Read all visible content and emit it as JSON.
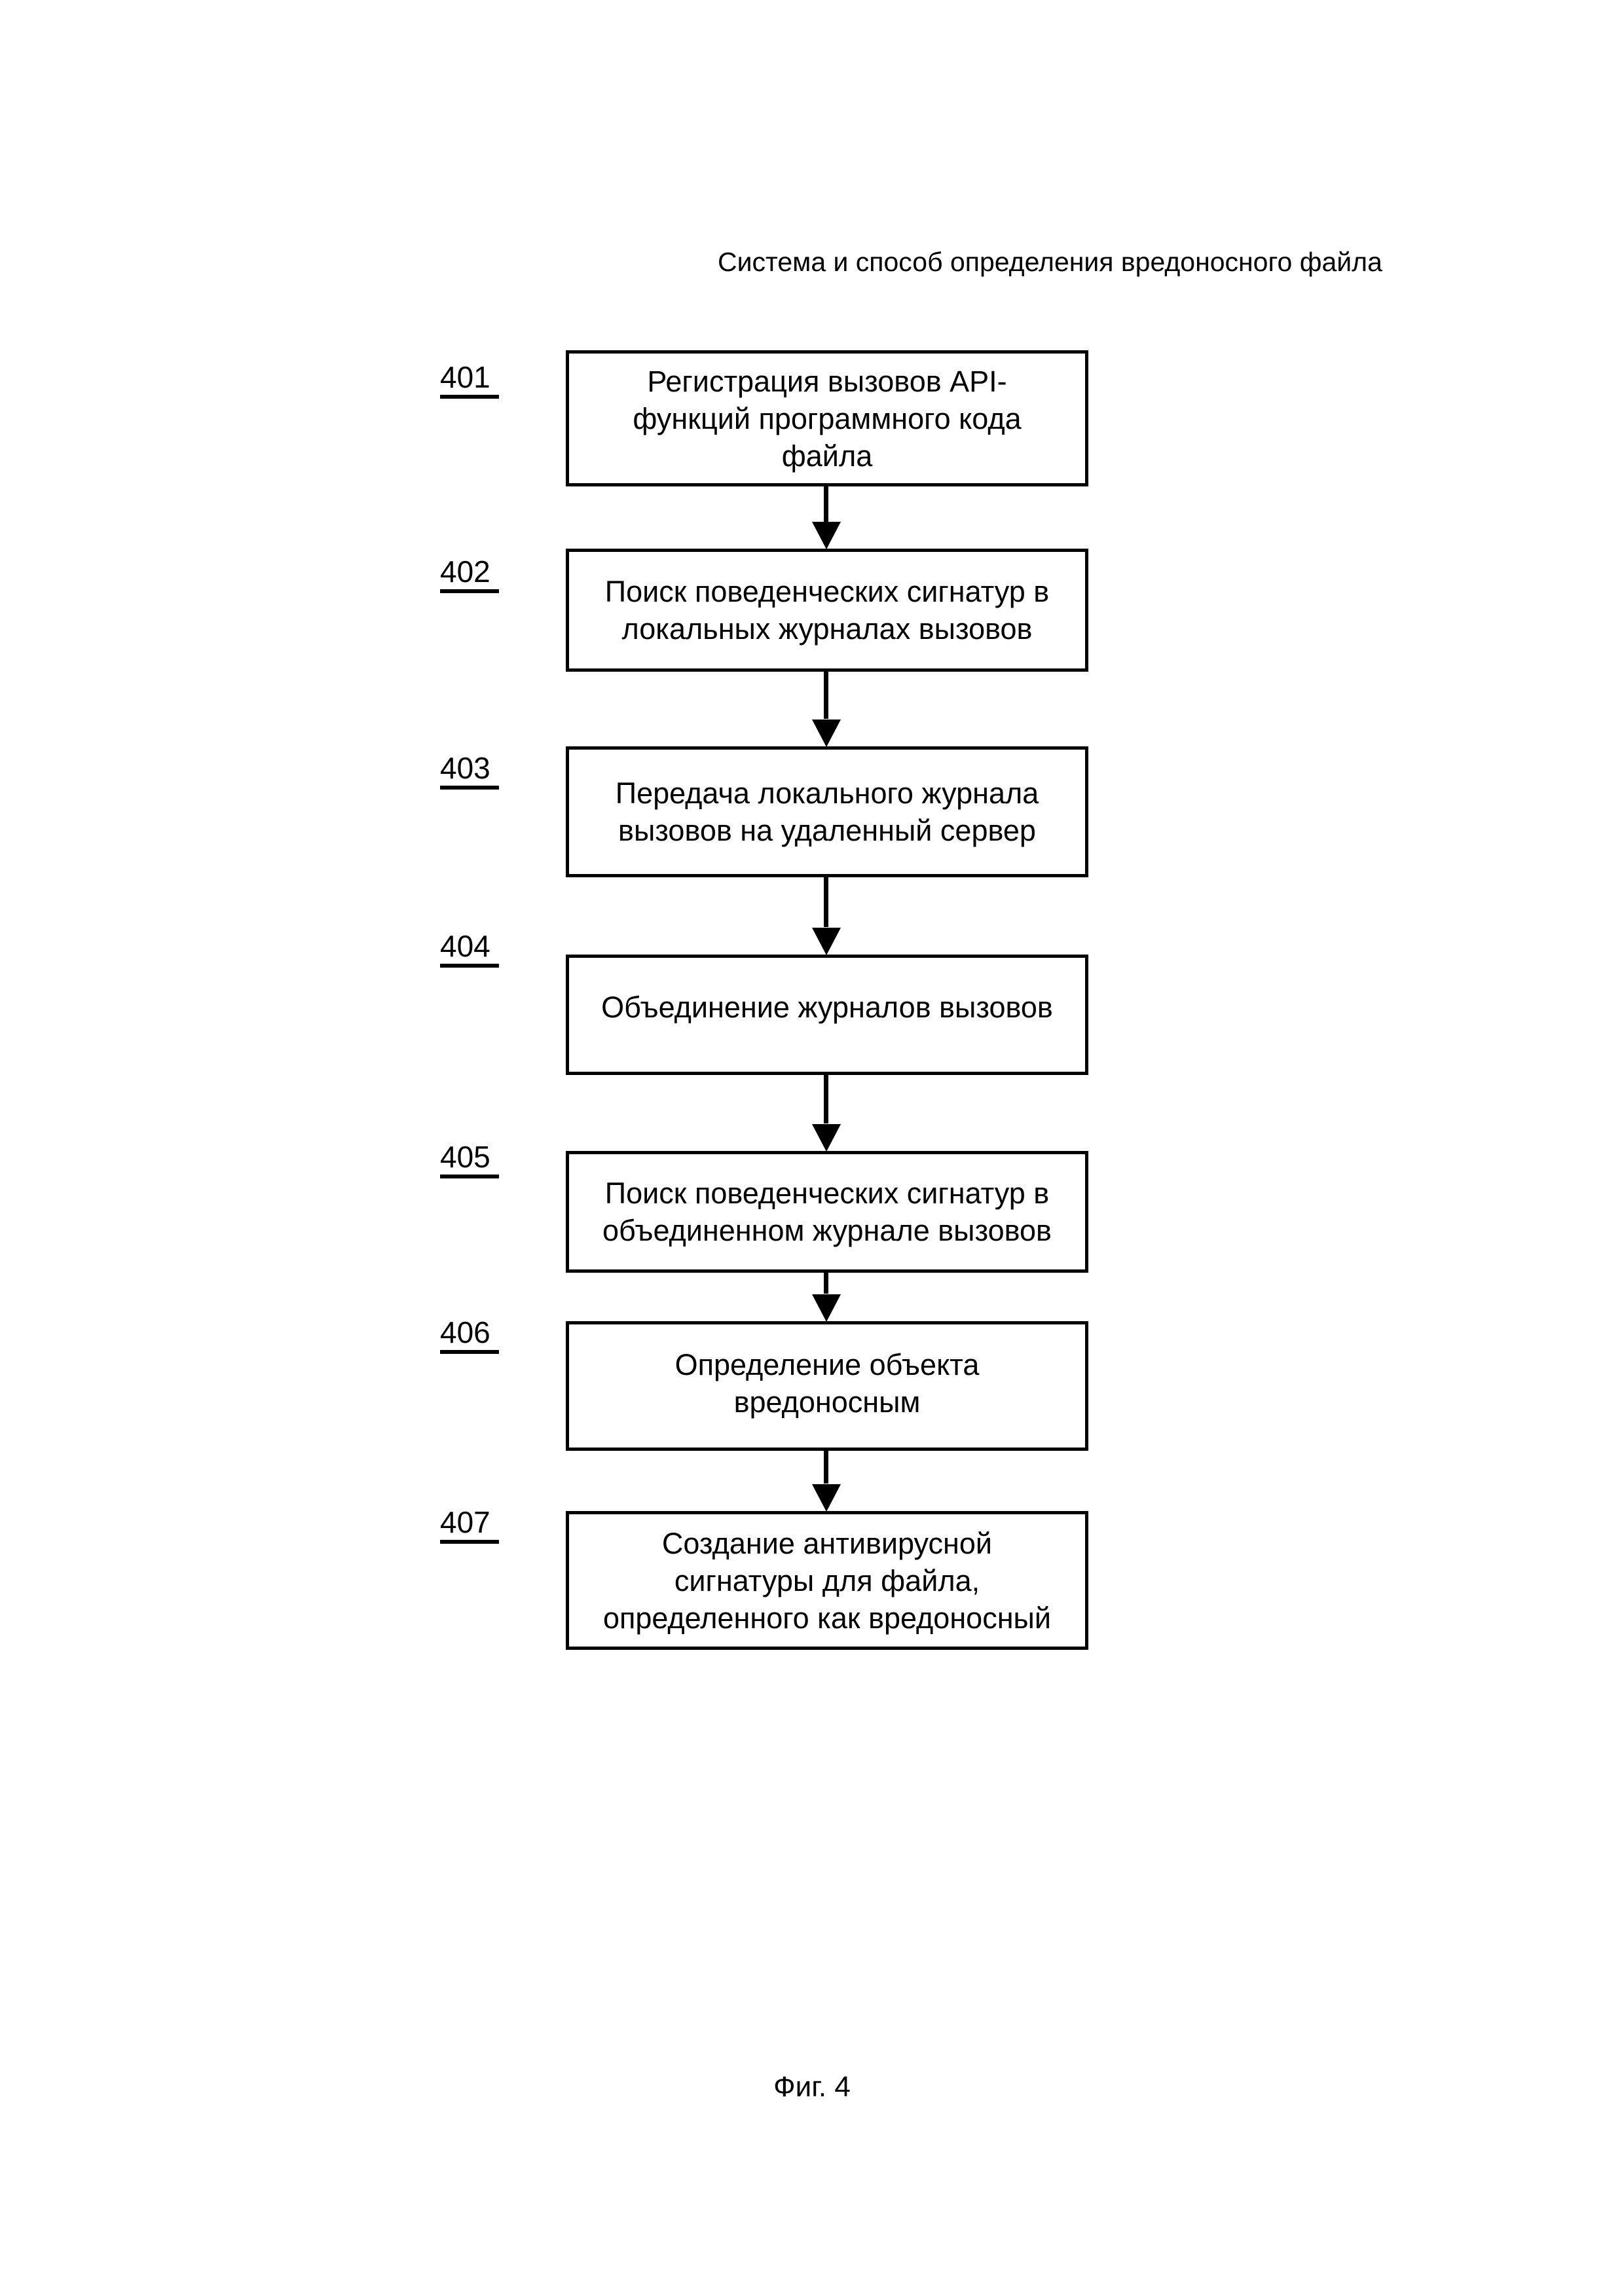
{
  "document": {
    "title": "Система и способ определения вредоносного файла",
    "figure_caption": "Фиг. 4",
    "ink_color": "#000000",
    "background_color": "#ffffff"
  },
  "flowchart": {
    "orientation": "vertical",
    "connector_type": "solid-arrow-down",
    "steps": [
      {
        "ref": "401",
        "text": "Регистрация вызовов API-\nфункций программного кода\nфайла"
      },
      {
        "ref": "402",
        "text": "Поиск поведенческих сигнатур в\nлокальных журналах вызовов"
      },
      {
        "ref": "403",
        "text": "Передача локального журнала\nвызовов на удаленный сервер"
      },
      {
        "ref": "404",
        "text": "Объединение журналов вызовов"
      },
      {
        "ref": "405",
        "text": "Поиск поведенческих сигнатур в\nобъединенном журнале вызовов"
      },
      {
        "ref": "406",
        "text": "Определение объекта\nвредоносным"
      },
      {
        "ref": "407",
        "text": "Создание антивирусной\nсигнатуры для файла,\nопределенного как вредоносный"
      }
    ]
  }
}
